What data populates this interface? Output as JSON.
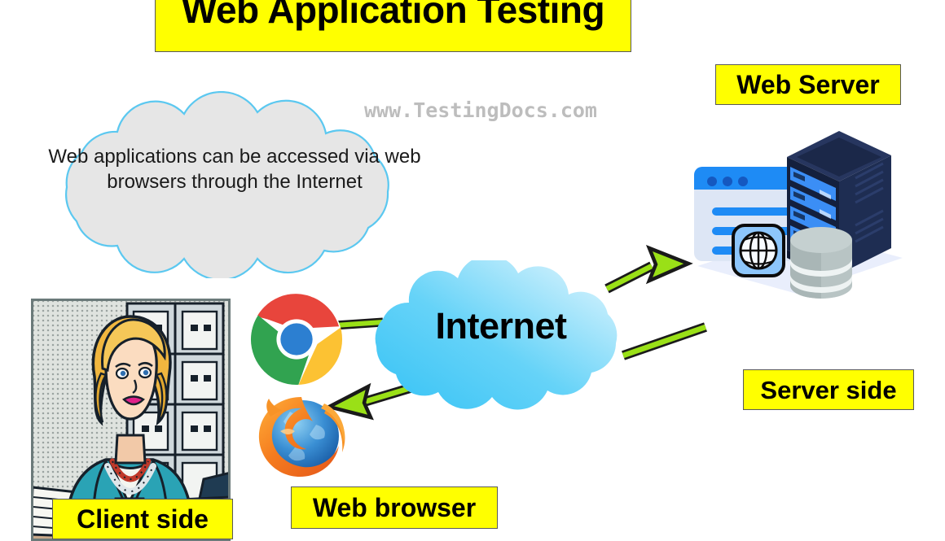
{
  "diagram": {
    "title": "Web Application Testing",
    "watermark": "www.TestingDocs.com",
    "labels": {
      "web_server": "Web Server",
      "server_side": "Server side",
      "web_browser": "Web browser",
      "client_side": "Client side"
    },
    "gray_cloud": {
      "text": "Web applications can be accessed via web browsers through the Internet",
      "fill": "#e6e6e6",
      "stroke": "#5bc8f0"
    },
    "internet_cloud": {
      "label": "Internet",
      "fill_start": "#4ec8f5",
      "fill_end": "#e8f7fe"
    },
    "arrows": [
      {
        "name": "request-arrow",
        "direction": "right",
        "from": "web-browser",
        "to": "web-server"
      },
      {
        "name": "response-arrow",
        "direction": "left",
        "from": "web-server",
        "to": "web-browser"
      }
    ],
    "colors": {
      "label_background": "#ffff00",
      "label_border": "#595959",
      "arrow_fill": "#9ae017",
      "arrow_stroke": "#1a1a1a",
      "server_dark": "#1e2d52",
      "server_blue": "#3b8ef5",
      "watermark_gray": "#bdbdbd"
    },
    "icons": {
      "chrome": "chrome-logo",
      "firefox": "firefox-logo",
      "globe": "globe-icon",
      "database": "database-icon",
      "server_rack": "server-rack-icon",
      "browser_window": "browser-window-icon",
      "client_person": "client-person-illustration"
    }
  }
}
